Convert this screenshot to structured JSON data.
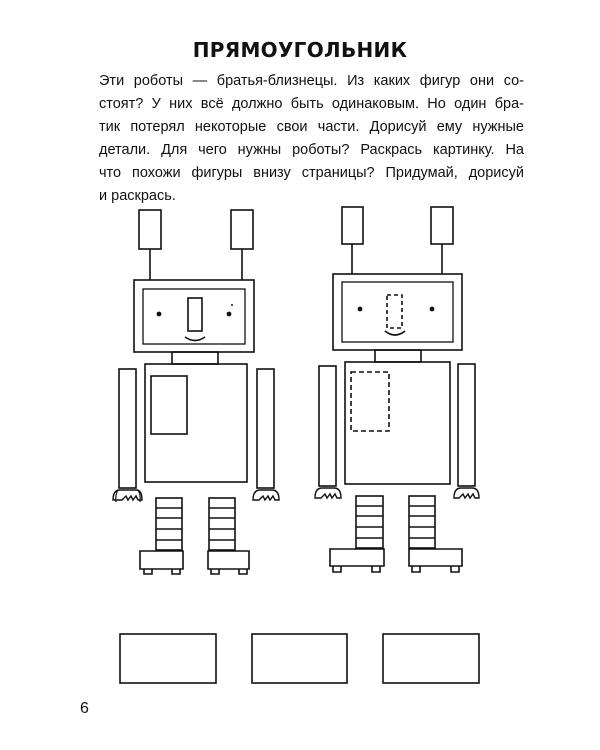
{
  "page": {
    "title": "ПРЯМОУГОЛЬНИК",
    "paragraph_lines": [
      "Эти роботы — братья-близнецы. Из каких фигур они со-",
      "стоят? У них всё должно быть одинаковым. Но один бра-",
      "тик потерял некоторые свои части. Дорисуй ему нужные",
      "детали. Для чего нужны роботы? Раскрась картинку. На",
      "что похожи фигуры внизу страницы? Придумай, дорисуй",
      "и раскрась."
    ],
    "page_number": "6"
  },
  "style": {
    "ink": "#111111",
    "paper": "#ffffff"
  }
}
